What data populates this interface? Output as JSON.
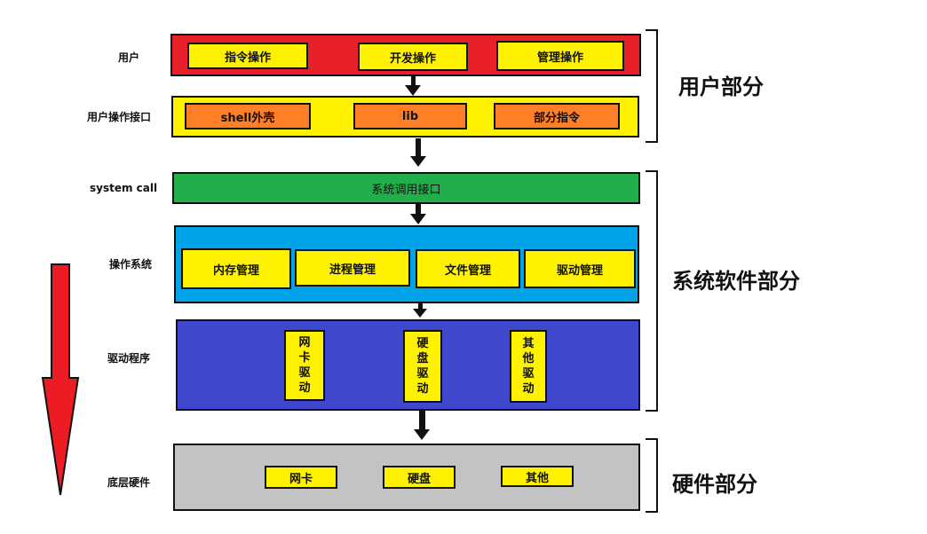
{
  "colors": {
    "user_layer": "#e8202a",
    "interface_layer": "#fff200",
    "syscall_layer": "#22ae4b",
    "os_layer": "#00a2e8",
    "driver_layer": "#3f48cc",
    "hardware_layer": "#c3c3c3",
    "yellow_box": "#fff200",
    "orange_box": "#ff7f27",
    "big_arrow": "#ed1c24"
  },
  "side_labels": {
    "user": "用户",
    "user_interface": "用户操作接口",
    "system_call": "system call",
    "operating_system": "操作系统",
    "driver": "驱动程序",
    "hardware": "底层硬件"
  },
  "user_layer": {
    "items": [
      "指令操作",
      "开发操作",
      "管理操作"
    ]
  },
  "interface_layer": {
    "items": [
      "shell外壳",
      "lib",
      "部分指令"
    ]
  },
  "syscall_layer": {
    "label": "系统调用接口"
  },
  "os_layer": {
    "items": [
      "内存管理",
      "进程管理",
      "文件管理",
      "驱动管理"
    ]
  },
  "driver_layer": {
    "items": [
      [
        "网",
        "卡",
        "驱",
        "动"
      ],
      [
        "硬",
        "盘",
        "驱",
        "动"
      ],
      [
        "其",
        "他",
        "驱",
        "动"
      ]
    ]
  },
  "hardware_layer": {
    "items": [
      "网卡",
      "硬盘",
      "其他"
    ]
  },
  "groups": {
    "user_part": "用户部分",
    "system_software_part": "系统软件部分",
    "hardware_part": "硬件部分"
  }
}
